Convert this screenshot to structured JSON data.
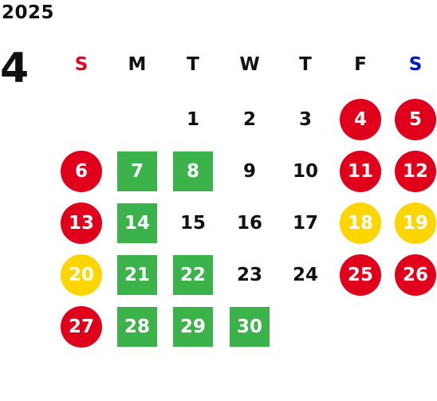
{
  "calendar": {
    "year": "2025",
    "month": "4",
    "weekdays": [
      {
        "label": "S",
        "color": "#e8001e"
      },
      {
        "label": "M",
        "color": "#111111"
      },
      {
        "label": "T",
        "color": "#111111"
      },
      {
        "label": "W",
        "color": "#111111"
      },
      {
        "label": "T",
        "color": "#111111"
      },
      {
        "label": "F",
        "color": "#111111"
      },
      {
        "label": "S",
        "color": "#0018cc"
      }
    ],
    "first_weekday_index": 2,
    "days": [
      {
        "label": "1",
        "mark": "none"
      },
      {
        "label": "2",
        "mark": "none"
      },
      {
        "label": "3",
        "mark": "none"
      },
      {
        "label": "4",
        "mark": "red-circle"
      },
      {
        "label": "5",
        "mark": "red-circle"
      },
      {
        "label": "6",
        "mark": "red-circle"
      },
      {
        "label": "7",
        "mark": "green-square"
      },
      {
        "label": "8",
        "mark": "green-square"
      },
      {
        "label": "9",
        "mark": "none"
      },
      {
        "label": "10",
        "mark": "none"
      },
      {
        "label": "11",
        "mark": "red-circle"
      },
      {
        "label": "12",
        "mark": "red-circle"
      },
      {
        "label": "13",
        "mark": "red-circle"
      },
      {
        "label": "14",
        "mark": "green-square"
      },
      {
        "label": "15",
        "mark": "none"
      },
      {
        "label": "16",
        "mark": "none"
      },
      {
        "label": "17",
        "mark": "none"
      },
      {
        "label": "18",
        "mark": "yellow-circle"
      },
      {
        "label": "19",
        "mark": "yellow-circle"
      },
      {
        "label": "20",
        "mark": "yellow-circle"
      },
      {
        "label": "21",
        "mark": "green-square"
      },
      {
        "label": "22",
        "mark": "green-square"
      },
      {
        "label": "23",
        "mark": "none"
      },
      {
        "label": "24",
        "mark": "none"
      },
      {
        "label": "25",
        "mark": "red-circle"
      },
      {
        "label": "26",
        "mark": "red-circle"
      },
      {
        "label": "27",
        "mark": "red-circle"
      },
      {
        "label": "28",
        "mark": "green-square"
      },
      {
        "label": "29",
        "mark": "green-square"
      },
      {
        "label": "30",
        "mark": "green-square"
      }
    ],
    "colors": {
      "red-circle": "#e0001b",
      "yellow-circle": "#fdd500",
      "green-square": "#3bb24a",
      "text": "#111111"
    }
  }
}
